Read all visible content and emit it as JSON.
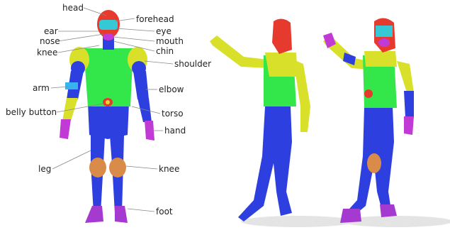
{
  "labels": {
    "head": "head",
    "forehead": "forehead",
    "ear": "ear",
    "eye": "eye",
    "nose": "nose",
    "mouth": "mouth",
    "knee_left": "knee",
    "chin": "chin",
    "shoulder": "shoulder",
    "arm": "arm",
    "elbow": "elbow",
    "belly_button": "belly button",
    "torso": "torso",
    "hand": "hand",
    "leg": "leg",
    "knee_right": "knee",
    "foot": "foot"
  },
  "colors": {
    "head": "#e63a2e",
    "face": "#35c9d6",
    "torso": "#33e64a",
    "shoulder": "#d9e02a",
    "limb": "#2e3fe0",
    "hand": "#c23ad6",
    "knee": "#d98c4a",
    "foot": "#a53ad0"
  }
}
